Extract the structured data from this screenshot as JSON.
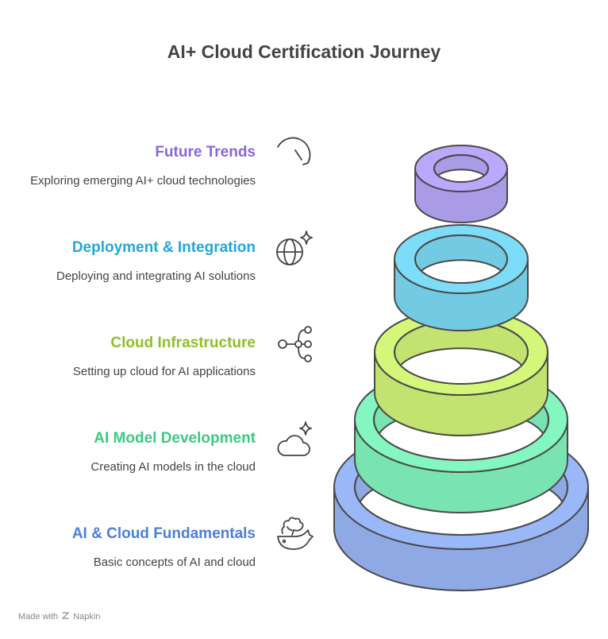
{
  "title": "AI+ Cloud Certification Journey",
  "stages": [
    {
      "title": "Future Trends",
      "description": "Exploring emerging AI+ cloud technologies",
      "color": "#8866e0",
      "ring_color": "#b9a8fb",
      "icon": "rotate-arrow-icon"
    },
    {
      "title": "Deployment & Integration",
      "description": "Deploying and integrating AI solutions",
      "color": "#22a8d8",
      "ring_color": "#7ddcf7",
      "icon": "globe-sparkle-icon"
    },
    {
      "title": "Cloud Infrastructure",
      "description": "Setting up cloud for AI applications",
      "color": "#8fbf2a",
      "ring_color": "#d4f77a",
      "icon": "share-nodes-icon"
    },
    {
      "title": "AI Model Development",
      "description": "Creating AI models in the cloud",
      "color": "#3cc985",
      "ring_color": "#84f7c0",
      "icon": "cloud-sparkle-icon"
    },
    {
      "title": "AI & Cloud Fundamentals",
      "description": "Basic concepts of AI and cloud",
      "color": "#4a7fd8",
      "ring_color": "#9ab8f8",
      "icon": "whale-icon"
    }
  ],
  "footer": {
    "made_with": "Made with",
    "brand": "Napkin"
  }
}
